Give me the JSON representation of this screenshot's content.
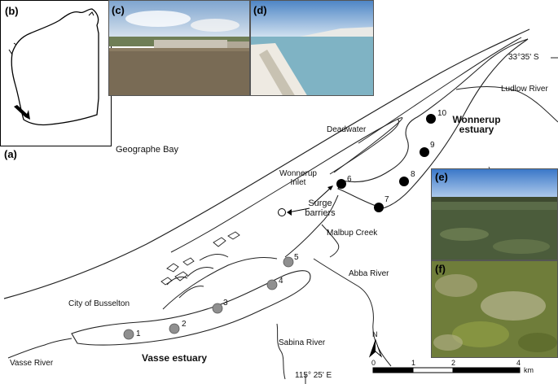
{
  "panels": {
    "b": "(b)",
    "c": "(c)",
    "d": "(d)",
    "a": "(a)",
    "e": "(e)",
    "f": "(f)"
  },
  "places": {
    "geographe_bay": "Geographe Bay",
    "deadwater": "Deadwater",
    "wonnerup_inlet": "Wonnerup Inlet",
    "surge_barriers": "Surge barriers",
    "malbup_creek": "Malbup Creek",
    "abba_river": "Abba River",
    "city": "City of Busselton",
    "sabina_river": "Sabina River",
    "vasse_river": "Vasse River",
    "ludlow_river": "Ludlow River",
    "wonnerup_estuary": "Wonnerup estuary",
    "vasse_estuary": "Vasse estuary"
  },
  "coordinates": {
    "lat": "33°35' S",
    "lon": "115° 25' E"
  },
  "sites": {
    "vasse": [
      "1",
      "2",
      "3",
      "4",
      "5"
    ],
    "wonnerup": [
      "6",
      "7",
      "8",
      "9",
      "10"
    ]
  },
  "colors": {
    "vasse_site": "#8f8f8f",
    "wonnerup_site": "#000000"
  },
  "scale": {
    "ticks": [
      "0",
      "1",
      "2",
      "4"
    ],
    "unit": "km"
  },
  "north": "N"
}
